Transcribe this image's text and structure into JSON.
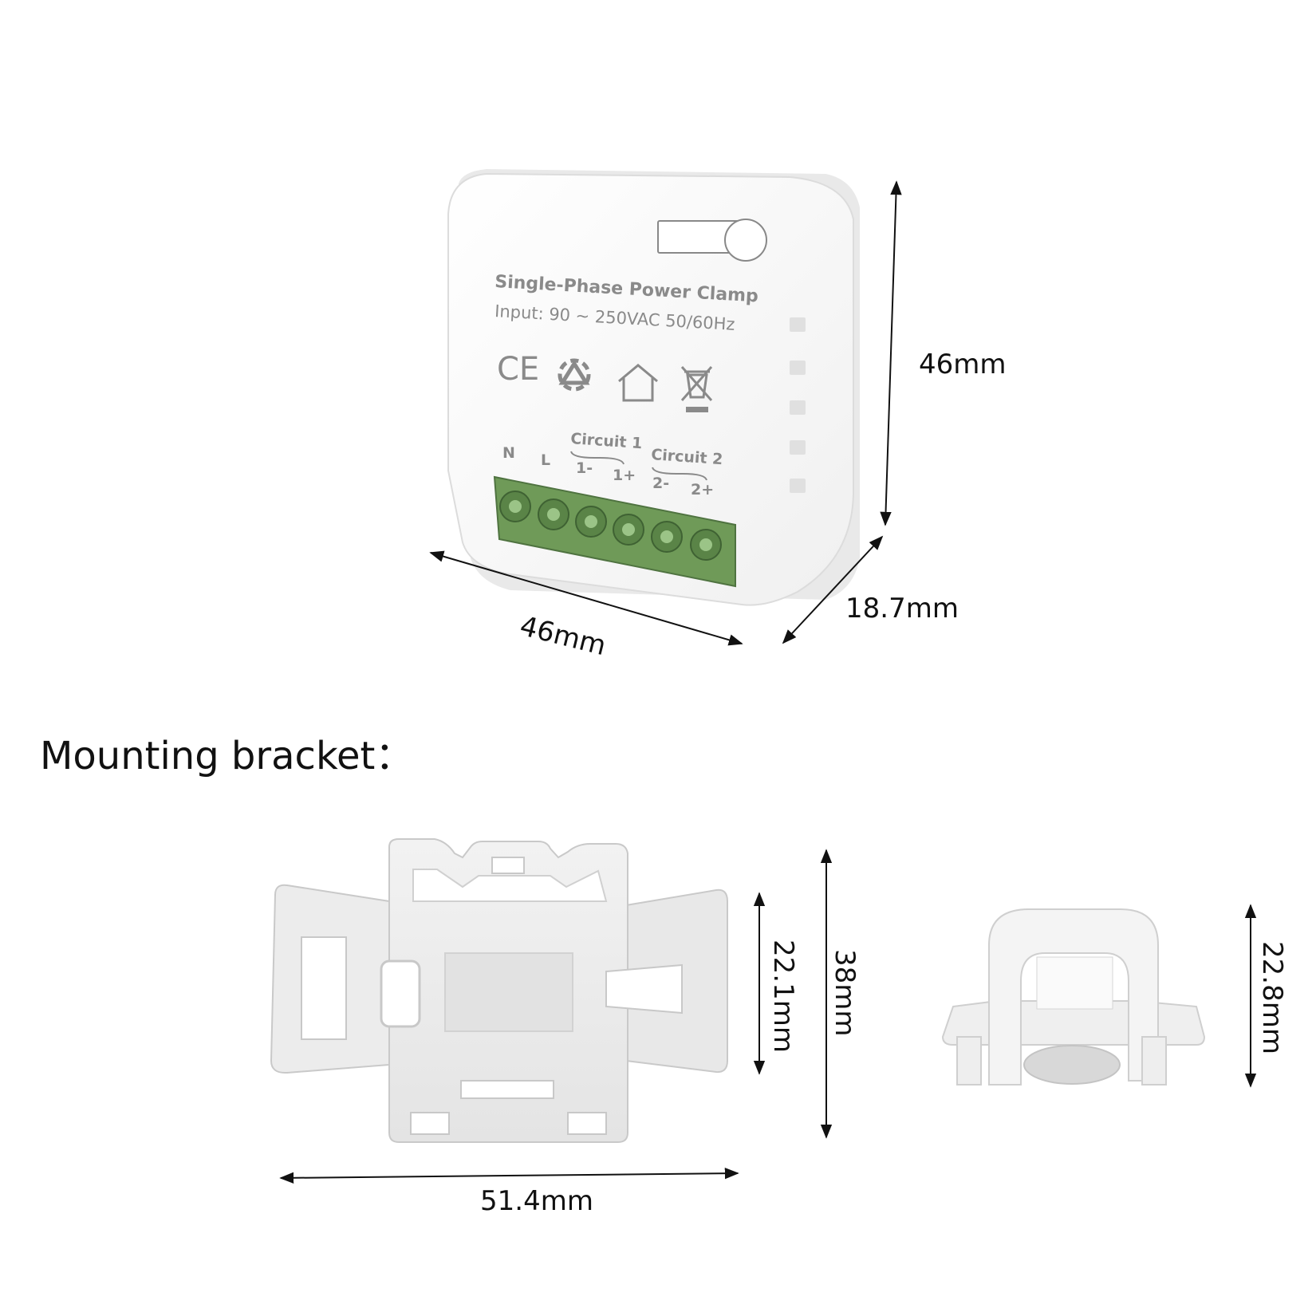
{
  "device": {
    "title": "Single-Phase Power Clamp",
    "input": "Input: 90 ~ 250VAC 50/60Hz",
    "ce_mark": "CE",
    "terminals": {
      "n": "N",
      "l": "L",
      "circuit1": "Circuit 1",
      "c1_minus": "1-",
      "c1_plus": "1+",
      "circuit2": "Circuit 2",
      "c2_minus": "2-",
      "c2_plus": "2+"
    },
    "terminal_color": "#7ea863",
    "icons": [
      "ce-mark-icon",
      "recycle-icon",
      "house-icon",
      "crossed-bin-icon"
    ]
  },
  "dimensions": {
    "device_height": "46mm",
    "device_width": "46mm",
    "device_depth": "18.7mm",
    "bracket_width": "51.4mm",
    "bracket_inner_height": "22.1mm",
    "bracket_height": "38mm",
    "clamp_height": "22.8mm"
  },
  "section": {
    "heading": "Mounting bracket："
  }
}
